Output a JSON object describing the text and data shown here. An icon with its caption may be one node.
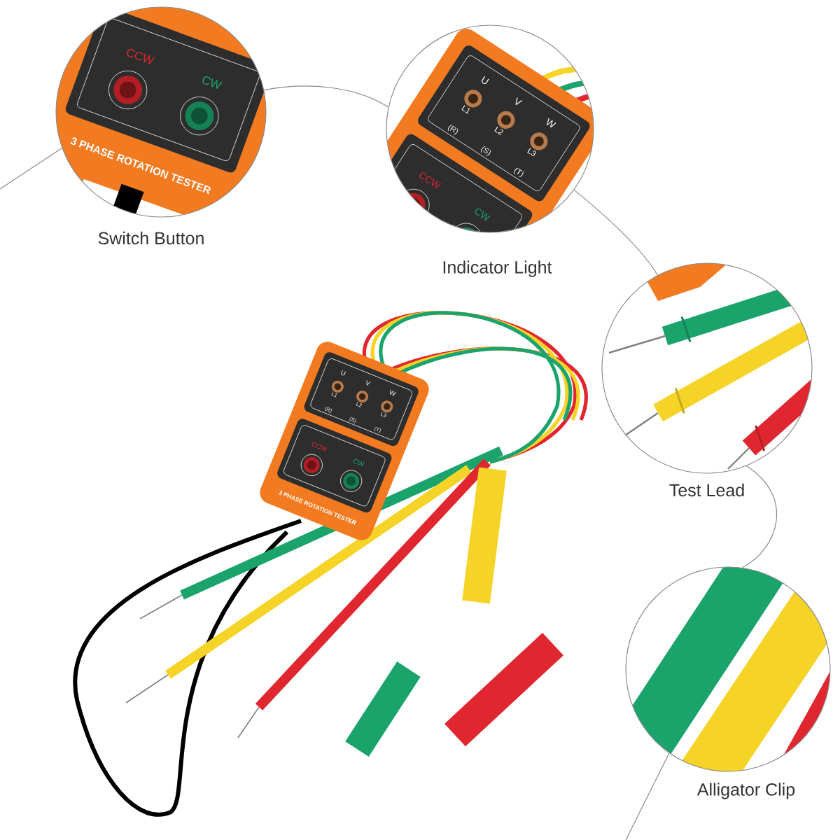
{
  "diagram": {
    "nodes": [
      {
        "text": [
          "Switch Button"
        ]
      },
      {
        "text": [
          "Indicator Light"
        ]
      },
      {
        "text": [
          "Test Lead"
        ]
      },
      {
        "text": [
          "Alligator Clip"
        ]
      },
      {
        "text": [],
        "shape": "picture"
      }
    ],
    "edges": [
      {
        "from": null,
        "to": 0,
        "arrow": "none"
      },
      {
        "from": 0,
        "to": 1,
        "arrow": "none"
      },
      {
        "from": 1,
        "to": 2,
        "arrow": "none"
      },
      {
        "from": 2,
        "to": 3,
        "arrow": "none"
      },
      {
        "from": 3,
        "to": null,
        "arrow": "none"
      }
    ],
    "labels": [
      "CCW",
      "CW",
      "3 PHASE ROTATION TESTER",
      "U",
      "V",
      "W",
      "L1 (R)",
      "L2 (S)",
      "L3 (T)",
      "CCW",
      "CW",
      "U",
      "V",
      "W",
      "L1 (R)",
      "L2 (S)",
      "L3 (T)",
      "CCW",
      "CW",
      "3 PHASE ROTATION TESTER"
    ]
  }
}
